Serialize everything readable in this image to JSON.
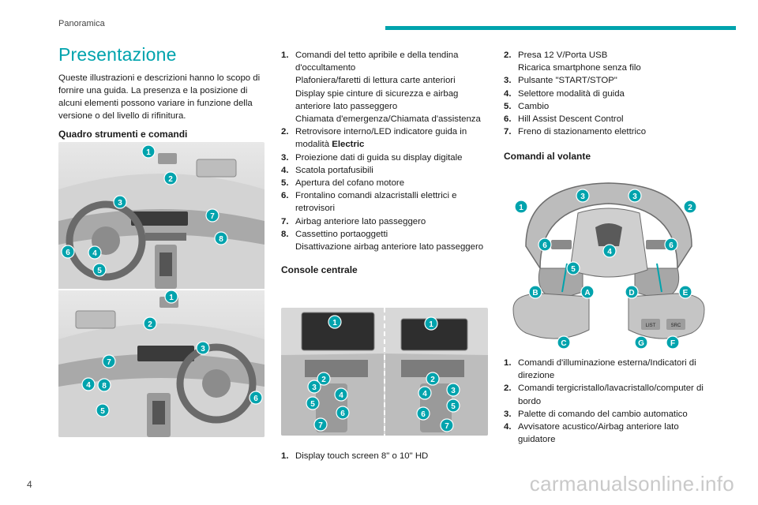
{
  "header": {
    "section": "Panoramica"
  },
  "page_number": "4",
  "watermark": "carmanualsonline.info",
  "col1": {
    "title": "Presentazione",
    "intro": "Queste illustrazioni e descrizioni hanno lo scopo di fornire una guida. La presenza e la posizione di alcuni elementi possono variare in funzione della versione o del livello di rifinitura.",
    "subtitle": "Quadro strumenti e comandi"
  },
  "figures": {
    "dashboard_top": {
      "badges": [
        "1",
        "2",
        "3",
        "7",
        "8",
        "6",
        "4",
        "5"
      ]
    },
    "dashboard_bottom": {
      "badges": [
        "1",
        "2",
        "3",
        "7",
        "4",
        "8",
        "6",
        "5"
      ]
    },
    "console_left": {
      "badges": [
        "1",
        "2",
        "3",
        "4",
        "5",
        "6",
        "7"
      ]
    },
    "console_right": {
      "badges": [
        "1",
        "2",
        "4",
        "3",
        "5",
        "6",
        "7"
      ]
    },
    "wheel": {
      "badges": [
        "1",
        "3",
        "3",
        "2",
        "6",
        "6",
        "4",
        "5",
        "B",
        "A",
        "D",
        "E",
        "C",
        "G",
        "F"
      ],
      "labels": [
        "LIST",
        "SRC"
      ]
    }
  },
  "col2": {
    "items": [
      {
        "n": "1.",
        "text": "Comandi del tetto apribile e della tendina d'occultamento\nPlafoniera/faretti di lettura carte anteriori\nDisplay spie cinture di sicurezza e airbag anteriore lato passeggero\nChiamata d'emergenza/Chiamata d'assistenza"
      },
      {
        "n": "2.",
        "text": "Retrovisore interno/LED indicatore guida in modalità ",
        "bold": "Electric"
      },
      {
        "n": "3.",
        "text": "Proiezione dati di guida su display digitale"
      },
      {
        "n": "4.",
        "text": "Scatola portafusibili"
      },
      {
        "n": "5.",
        "text": "Apertura del cofano motore"
      },
      {
        "n": "6.",
        "text": "Frontalino comandi alzacristalli elettrici e retrovisori"
      },
      {
        "n": "7.",
        "text": "Airbag anteriore lato passeggero"
      },
      {
        "n": "8.",
        "text": "Cassettino portaoggetti\nDisattivazione airbag anteriore lato passeggero"
      }
    ],
    "console_title": "Console centrale",
    "console_items": [
      {
        "n": "1.",
        "text": "Display touch screen 8\" o 10\" HD"
      }
    ]
  },
  "col3": {
    "items": [
      {
        "n": "2.",
        "text": "Presa 12 V/Porta USB\nRicarica smartphone senza filo"
      },
      {
        "n": "3.",
        "text": "Pulsante \"START/STOP\""
      },
      {
        "n": "4.",
        "text": "Selettore modalità di guida"
      },
      {
        "n": "5.",
        "text": "Cambio"
      },
      {
        "n": "6.",
        "text": "Hill Assist Descent Control"
      },
      {
        "n": "7.",
        "text": "Freno di stazionamento elettrico"
      }
    ],
    "wheel_title": "Comandi al volante",
    "wheel_items": [
      {
        "n": "1.",
        "text": "Comandi d'illuminazione esterna/Indicatori di direzione"
      },
      {
        "n": "2.",
        "text": "Comandi tergicristallo/lavacristallo/computer di bordo"
      },
      {
        "n": "3.",
        "text": "Palette di comando del cambio automatico"
      },
      {
        "n": "4.",
        "text": "Avvisatore acustico/Airbag anteriore lato guidatore"
      }
    ]
  }
}
